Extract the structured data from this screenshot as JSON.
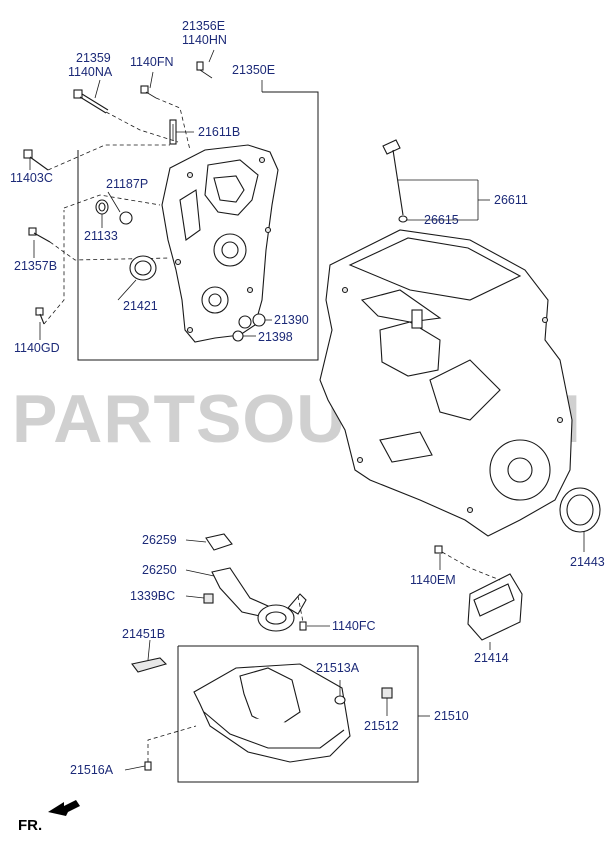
{
  "watermark": "PARTSOUQ.COM",
  "direction_label": "FR.",
  "callouts": [
    {
      "id": "c-21356E",
      "text": "21356E"
    },
    {
      "id": "c-1140HN",
      "text": "1140HN"
    },
    {
      "id": "c-21359",
      "text": "21359"
    },
    {
      "id": "c-1140NA",
      "text": "1140NA"
    },
    {
      "id": "c-1140FN",
      "text": "1140FN"
    },
    {
      "id": "c-21350E",
      "text": "21350E"
    },
    {
      "id": "c-21611B",
      "text": "21611B"
    },
    {
      "id": "c-11403C",
      "text": "11403C"
    },
    {
      "id": "c-21187P",
      "text": "21187P"
    },
    {
      "id": "c-21133",
      "text": "21133"
    },
    {
      "id": "c-21357B",
      "text": "21357B"
    },
    {
      "id": "c-21421",
      "text": "21421"
    },
    {
      "id": "c-21390",
      "text": "21390"
    },
    {
      "id": "c-21398",
      "text": "21398"
    },
    {
      "id": "c-1140GD",
      "text": "1140GD"
    },
    {
      "id": "c-26611",
      "text": "26611"
    },
    {
      "id": "c-26615",
      "text": "26615"
    },
    {
      "id": "c-21443",
      "text": "21443"
    },
    {
      "id": "c-26259",
      "text": "26259"
    },
    {
      "id": "c-26250",
      "text": "26250"
    },
    {
      "id": "c-1339BC",
      "text": "1339BC"
    },
    {
      "id": "c-1140FC",
      "text": "1140FC"
    },
    {
      "id": "c-1140EM",
      "text": "1140EM"
    },
    {
      "id": "c-21451B",
      "text": "21451B"
    },
    {
      "id": "c-21414",
      "text": "21414"
    },
    {
      "id": "c-21513A",
      "text": "21513A"
    },
    {
      "id": "c-21510",
      "text": "21510"
    },
    {
      "id": "c-21512",
      "text": "21512"
    },
    {
      "id": "c-21516A",
      "text": "21516A"
    }
  ]
}
